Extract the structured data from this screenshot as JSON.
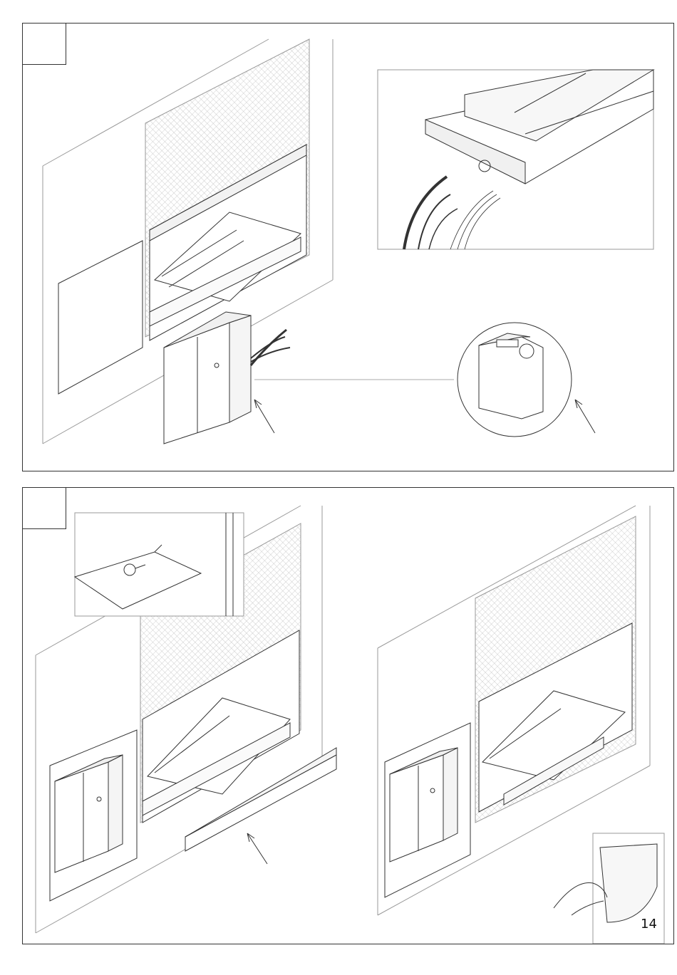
{
  "page": {
    "number": "14"
  },
  "panels": [
    {
      "id": "top"
    },
    {
      "id": "bottom"
    }
  ],
  "colors": {
    "line": "#333333",
    "mesh": "#bbbbbb",
    "background": "#ffffff"
  }
}
